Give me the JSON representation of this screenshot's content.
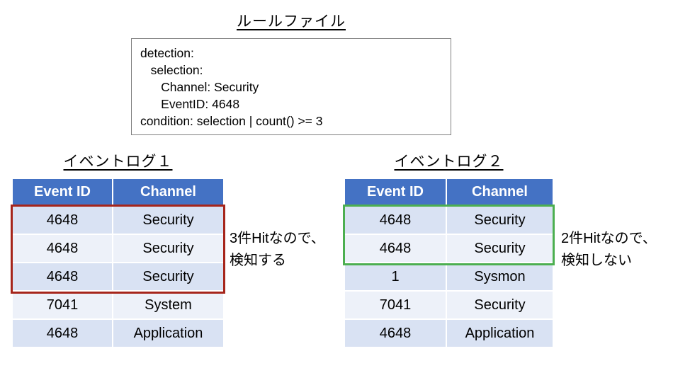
{
  "rule_file": {
    "title": "ルールファイル",
    "lines": [
      "detection:",
      "   selection:",
      "      Channel: Security",
      "      EventID: 4648",
      "condition: selection | count() >= 3"
    ]
  },
  "event_log_1": {
    "title": "イベントログ１",
    "headers": [
      "Event ID",
      "Channel"
    ],
    "rows": [
      [
        "4648",
        "Security"
      ],
      [
        "4648",
        "Security"
      ],
      [
        "4648",
        "Security"
      ],
      [
        "7041",
        "System"
      ],
      [
        "4648",
        "Application"
      ]
    ],
    "highlighted_row_count": 3,
    "annotation_line1": "3件Hitなので、",
    "annotation_line2": "検知する"
  },
  "event_log_2": {
    "title": "イベントログ２",
    "headers": [
      "Event ID",
      "Channel"
    ],
    "rows": [
      [
        "4648",
        "Security"
      ],
      [
        "4648",
        "Security"
      ],
      [
        "1",
        "Sysmon"
      ],
      [
        "7041",
        "Security"
      ],
      [
        "4648",
        "Application"
      ]
    ],
    "highlighted_row_count": 2,
    "annotation_line1": "2件Hitなので、",
    "annotation_line2": "検知しない"
  },
  "colors": {
    "header_bg": "#4472c4",
    "row_odd": "#d9e2f3",
    "row_even": "#edf1f9",
    "highlight_red": "#a6251b",
    "highlight_green": "#4caf50"
  }
}
